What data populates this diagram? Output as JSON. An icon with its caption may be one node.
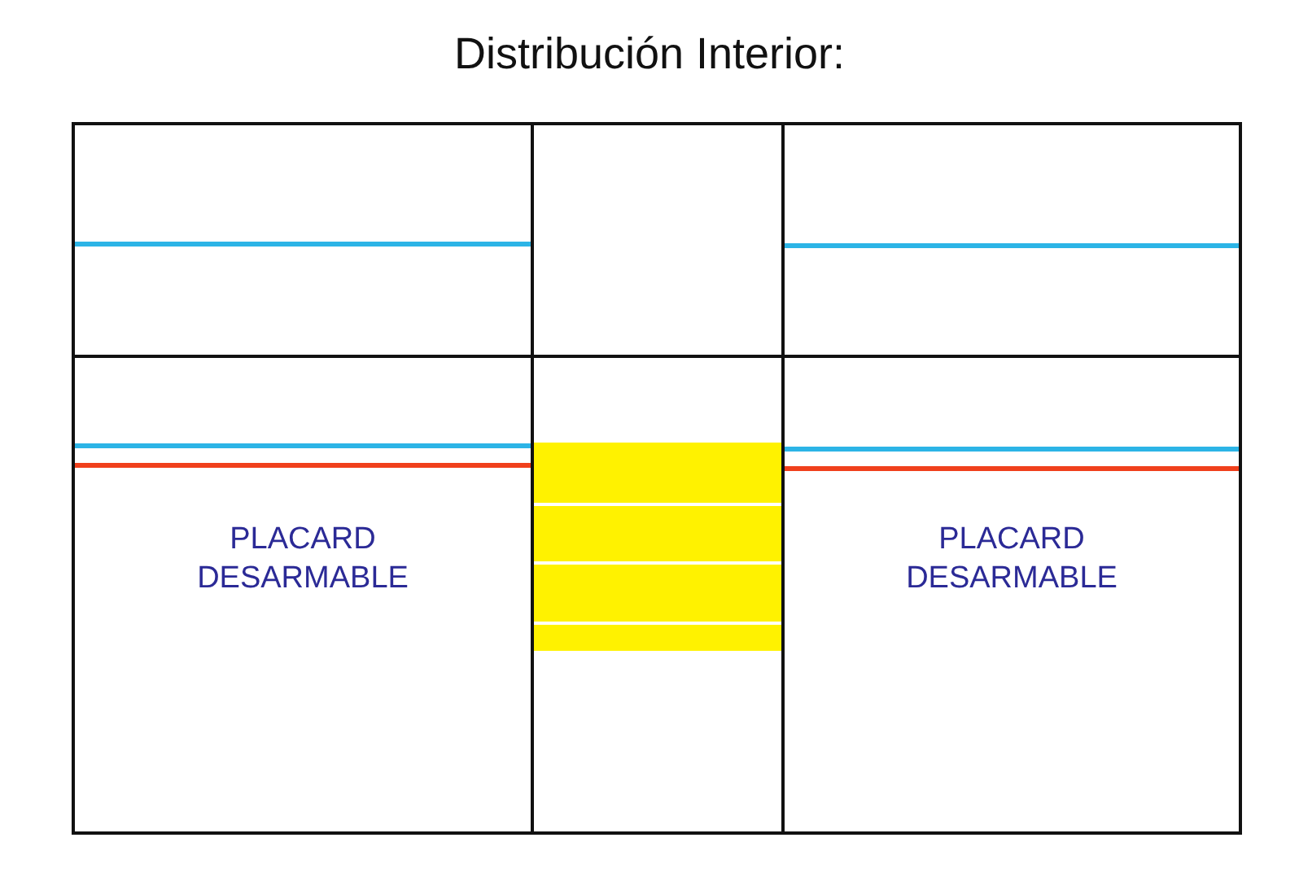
{
  "diagram": {
    "title": "Distribución Interior:",
    "nodes": [
      {
        "text": [],
        "shape": "box"
      },
      {
        "text": [],
        "shape": "box"
      },
      {
        "text": [],
        "shape": "box"
      },
      {
        "text": [
          "PLACARD DESARMABLE"
        ]
      },
      {
        "text": [],
        "shape": "box"
      },
      {
        "text": [
          "PLACARD DESARMABLE"
        ]
      },
      {
        "text": [],
        "shape": "box",
        "in": 4
      }
    ]
  }
}
